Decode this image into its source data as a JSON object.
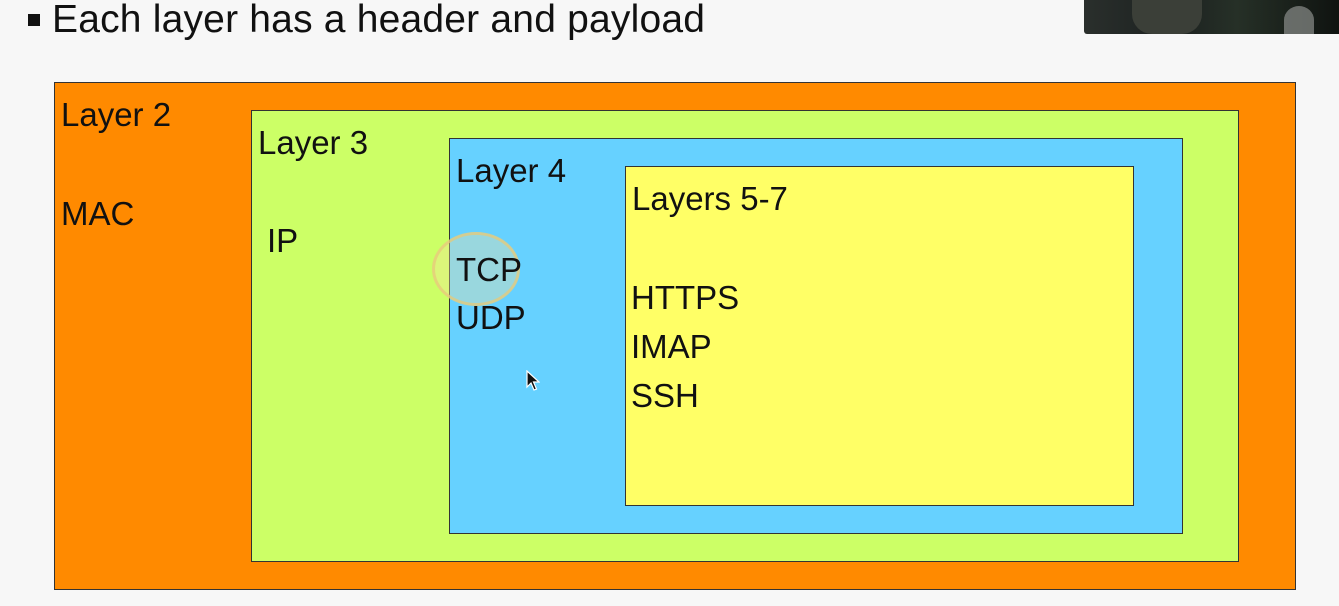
{
  "bullet": {
    "text": "Each layer has a header and payload"
  },
  "layers": {
    "layer2": {
      "title": "Layer 2",
      "protocols": [
        "MAC"
      ],
      "color": "#ff8a00"
    },
    "layer3": {
      "title": "Layer 3",
      "protocols": [
        "IP"
      ],
      "color": "#ccff66"
    },
    "layer4": {
      "title": "Layer 4",
      "protocols": [
        "TCP",
        "UDP"
      ],
      "color": "#66d1ff"
    },
    "layer57": {
      "title": "Layers 5-7",
      "protocols": [
        "HTTPS",
        "IMAP",
        "SSH"
      ],
      "color": "#ffff66"
    }
  },
  "icons": {
    "bullet": "square-bullet-icon",
    "pointer": "mouse-pointer-icon",
    "highlight": "cursor-highlight-ring"
  }
}
